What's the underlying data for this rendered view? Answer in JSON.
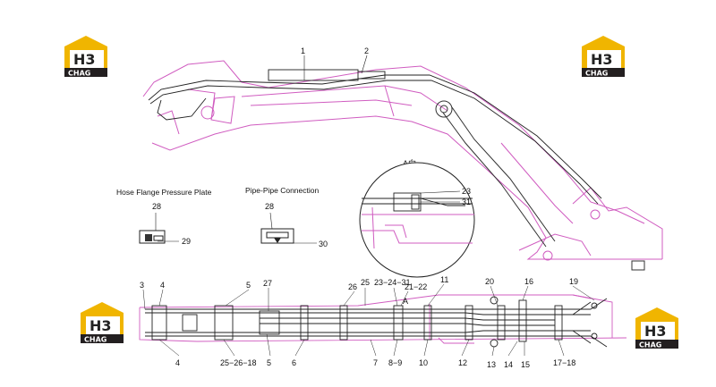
{
  "logo": {
    "mark": "H3",
    "brand": "CHAG"
  },
  "colors": {
    "frame": "#d05cc0",
    "line": "#222222",
    "logo_gold": "#f0b500",
    "logo_dark": "#231f20"
  },
  "captions": {
    "flange_plate": "Hose Flange Pressure Plate",
    "pipe_connection": "Pipe-Pipe Connection",
    "view_a": "A向"
  },
  "callouts_top": {
    "c1": "1",
    "c2": "2",
    "c23": "23",
    "c31": "31",
    "c28a": "28",
    "c29": "29",
    "c28b": "28",
    "c30": "30"
  },
  "callouts_bottom": {
    "c3": "3",
    "c4a": "4",
    "c5a": "5",
    "c27": "27",
    "c26": "26",
    "c25": "25",
    "c23_24_31": "23−24−31",
    "c21_22": "21−22",
    "cA": "A",
    "c11": "11",
    "c20": "20",
    "c16": "16",
    "c19": "19",
    "c4b": "4",
    "c25_26_18": "25−26−18",
    "c5b": "5",
    "c6": "6",
    "c7": "7",
    "c8_9": "8−9",
    "c10": "10",
    "c12": "12",
    "c13": "13",
    "c14": "14",
    "c15": "15",
    "c17_18": "17−18"
  }
}
